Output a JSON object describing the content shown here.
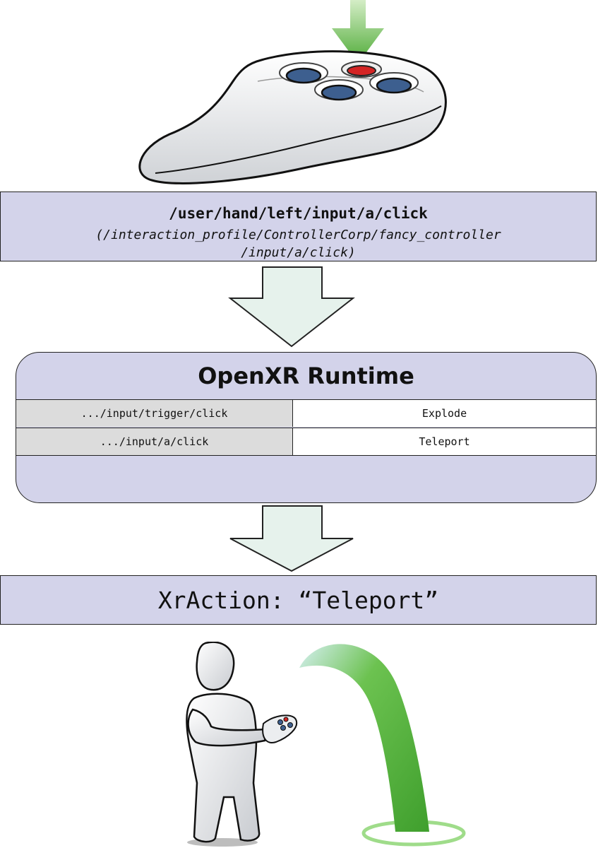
{
  "path_box": {
    "main": "/user/hand/left/input/a/click",
    "sub_line1": "(/interaction_profile/ControllerCorp/fancy_controller",
    "sub_line2": "/input/a/click)"
  },
  "runtime": {
    "title": "OpenXR Runtime",
    "bindings": [
      {
        "source": ".../input/trigger/click",
        "action": "Explode"
      },
      {
        "source": ".../input/a/click",
        "action": "Teleport"
      }
    ]
  },
  "action_box": {
    "label": "XrAction: “Teleport”"
  },
  "colors": {
    "box_fill": "#d3d3ea",
    "arrow_fill": "#e6f2ec",
    "highlight_green": "#5cb848",
    "button_red": "#d42424",
    "button_blue": "#3d5f8f"
  },
  "icons": {
    "controller": "game-controller-icon",
    "press_arrow": "press-arrow-icon",
    "avatar": "person-with-controller-icon",
    "teleport_arc": "teleport-arc-icon"
  }
}
